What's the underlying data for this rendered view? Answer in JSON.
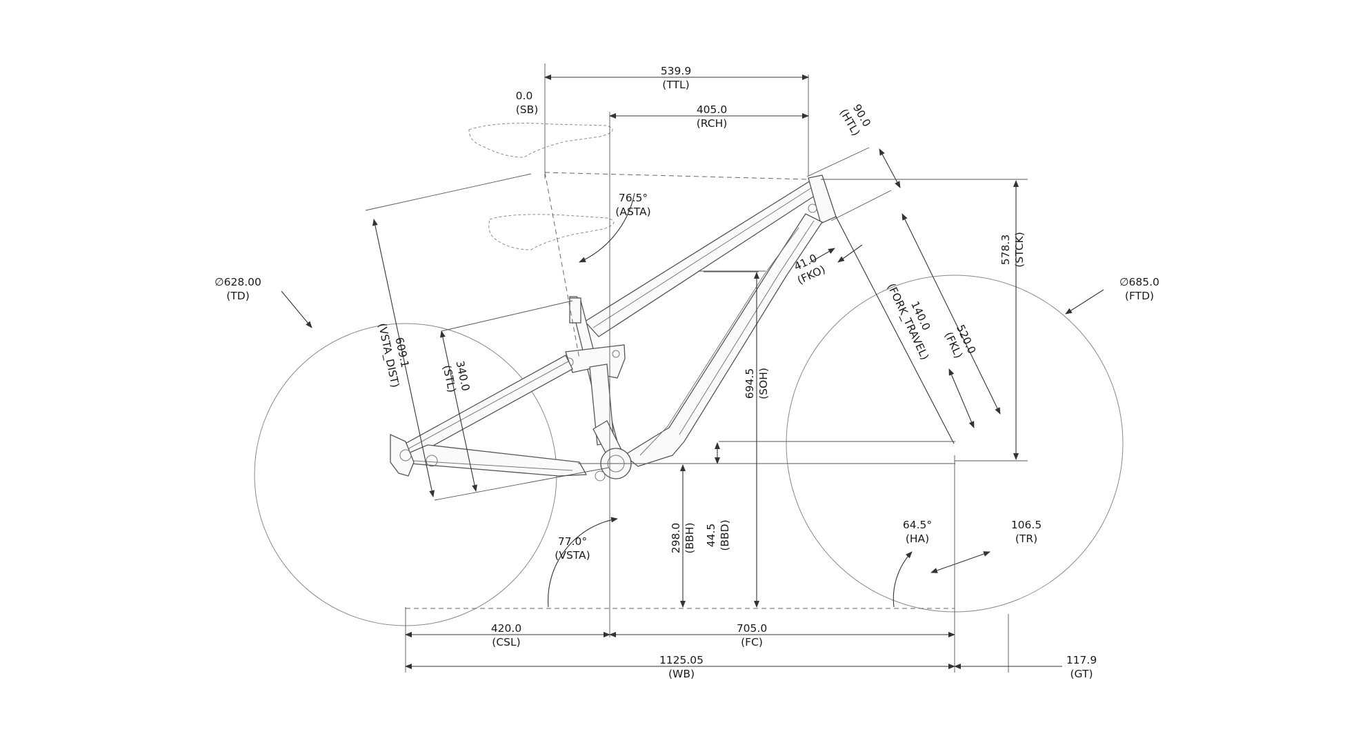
{
  "dimensions": {
    "ttl": {
      "value": "539.9",
      "code": "(TTL)"
    },
    "rch": {
      "value": "405.0",
      "code": "(RCH)"
    },
    "sb": {
      "value": "0.0",
      "code": "(SB)"
    },
    "htl": {
      "value": "90.0",
      "code": "(HTL)"
    },
    "asta": {
      "value": "76.5°",
      "code": "(ASTA)"
    },
    "stck": {
      "value": "578.3",
      "code": "(STCK)"
    },
    "td": {
      "value": "∅628.00",
      "code": "(TD)"
    },
    "ftd": {
      "value": "∅685.0",
      "code": "(FTD)"
    },
    "fko": {
      "value": "41.0",
      "code": "(FKO)"
    },
    "fork_travel": {
      "value": "140.0",
      "code": "(FORK_TRAVEL)"
    },
    "fkl": {
      "value": "520.0",
      "code": "(FKL)"
    },
    "vsta_dist": {
      "value": "609.1",
      "code": "(VSTA_DIST)"
    },
    "stl": {
      "value": "340.0",
      "code": "(STL)"
    },
    "soh": {
      "value": "694.5",
      "code": "(SOH)"
    },
    "bbh": {
      "value": "298.0",
      "code": "(BBH)"
    },
    "bbd": {
      "value": "44.5",
      "code": "(BBD)"
    },
    "vsta": {
      "value": "77.0°",
      "code": "(VSTA)"
    },
    "ha": {
      "value": "64.5°",
      "code": "(HA)"
    },
    "tr": {
      "value": "106.5",
      "code": "(TR)"
    },
    "csl": {
      "value": "420.0",
      "code": "(CSL)"
    },
    "fc": {
      "value": "705.0",
      "code": "(FC)"
    },
    "wb": {
      "value": "1125.05",
      "code": "(WB)"
    },
    "gt": {
      "value": "117.9",
      "code": "(GT)"
    }
  }
}
